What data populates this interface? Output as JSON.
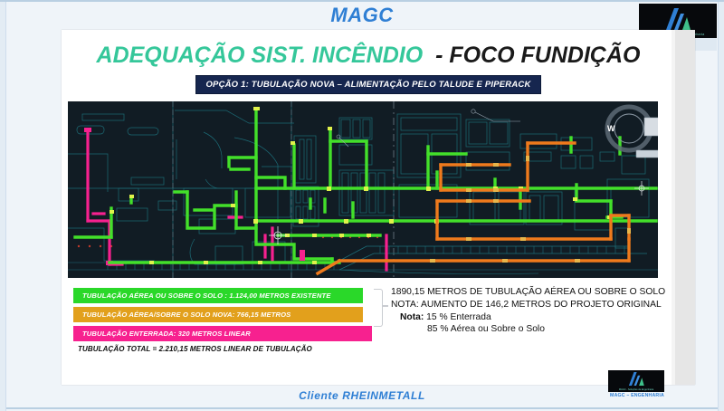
{
  "brand": {
    "title": "MAGC",
    "logo_caption": "MAGC - Soluções de Engenharia",
    "logo_alt": "magc-logo"
  },
  "slide": {
    "title_main": "ADEQUAÇÃO SIST. INCÊNDIO",
    "title_sub": "- FOCO FUNDIÇÃO",
    "subtitle": "OPÇÃO 1: TUBULAÇÃO NOVA – ALIMENTAÇÃO PELO TALUDE E PIPERACK",
    "compass_label": "W"
  },
  "legend": {
    "items": [
      {
        "label": "TUBULAÇÃO AÉREA OU SOBRE O SOLO : 1.124,00 METROS  EXISTENTE",
        "color": "#2ad829"
      },
      {
        "label": "TUBULAÇÃO AÉREA/SOBRE O SOLO NOVA: 766,15 METROS",
        "color": "#e2a01c"
      },
      {
        "label": "TUBULAÇÃO ENTERRADA: 320 METROS LINEAR",
        "color": "#f7218f"
      }
    ],
    "total": "TUBULAÇÃO TOTAL = 2.210,15  METROS LINEAR DE TUBULAÇÃO"
  },
  "notes": {
    "line1": "1890,15  METROS DE TUBULAÇÃO AÉREA OU SOBRE O SOLO",
    "line2": "NOTA: AUMENTO DE 146,2 METROS DO PROJETO ORIGINAL",
    "line3_label": "Nota:",
    "line3_value": " 15 % Enterrada",
    "line4": "85 % Aérea ou Sobre o Solo"
  },
  "footer": {
    "client": "Cliente RHEINMETALL",
    "mini_logo_caption": "MAGC - Soluções de Engenharia",
    "mini_caption": "MAGC – ENGENHARIA"
  },
  "colors": {
    "brand_blue": "#2f7fd4",
    "title_teal": "#35c79a",
    "banner_navy": "#16264f",
    "cad_background": "#111c24",
    "pipe_existing": "#2ad829",
    "pipe_new": "#e2a01c",
    "pipe_buried": "#f7218f",
    "cad_lines": "#1d6f7a"
  }
}
